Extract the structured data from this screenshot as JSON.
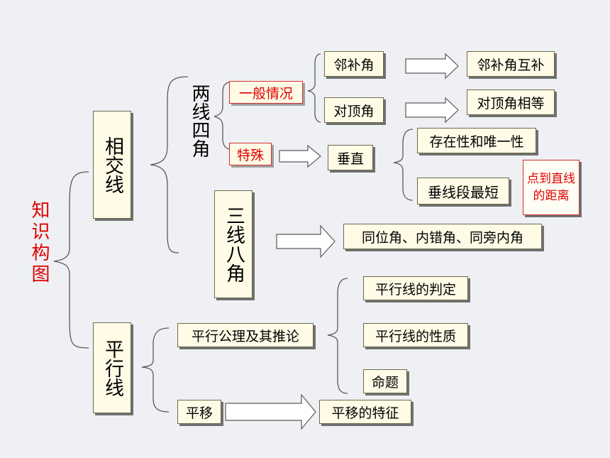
{
  "root_label": "知识构图",
  "colors": {
    "accent_red": "#e00000",
    "box_fill": "#fffbe6"
  },
  "nodes": {
    "xiangjiaoxian": "相交线",
    "pingxingxian": "平行线",
    "liangxiansijiao": "两线四角",
    "sanxianbajiao": "三线八角",
    "yiban": "一般情况",
    "teshu": "特殊",
    "linbujiao": "邻补角",
    "duidingjiao": "对顶角",
    "linbujiao_hubu": "邻补角互补",
    "duidingjiao_xiangdeng": "对顶角相等",
    "chuizhi": "垂直",
    "cunzai": "存在性和唯一性",
    "chuixianduan": "垂线段最短",
    "juli_note": "点到直线的距离",
    "sanxian_result": "同位角、内错角、同旁内角",
    "gongli": "平行公理及其推论",
    "panding": "平行线的判定",
    "xingzhi": "平行线的性质",
    "mingti": "命题",
    "pingyi": "平移",
    "pingyi_tezheng": "平移的特征"
  }
}
